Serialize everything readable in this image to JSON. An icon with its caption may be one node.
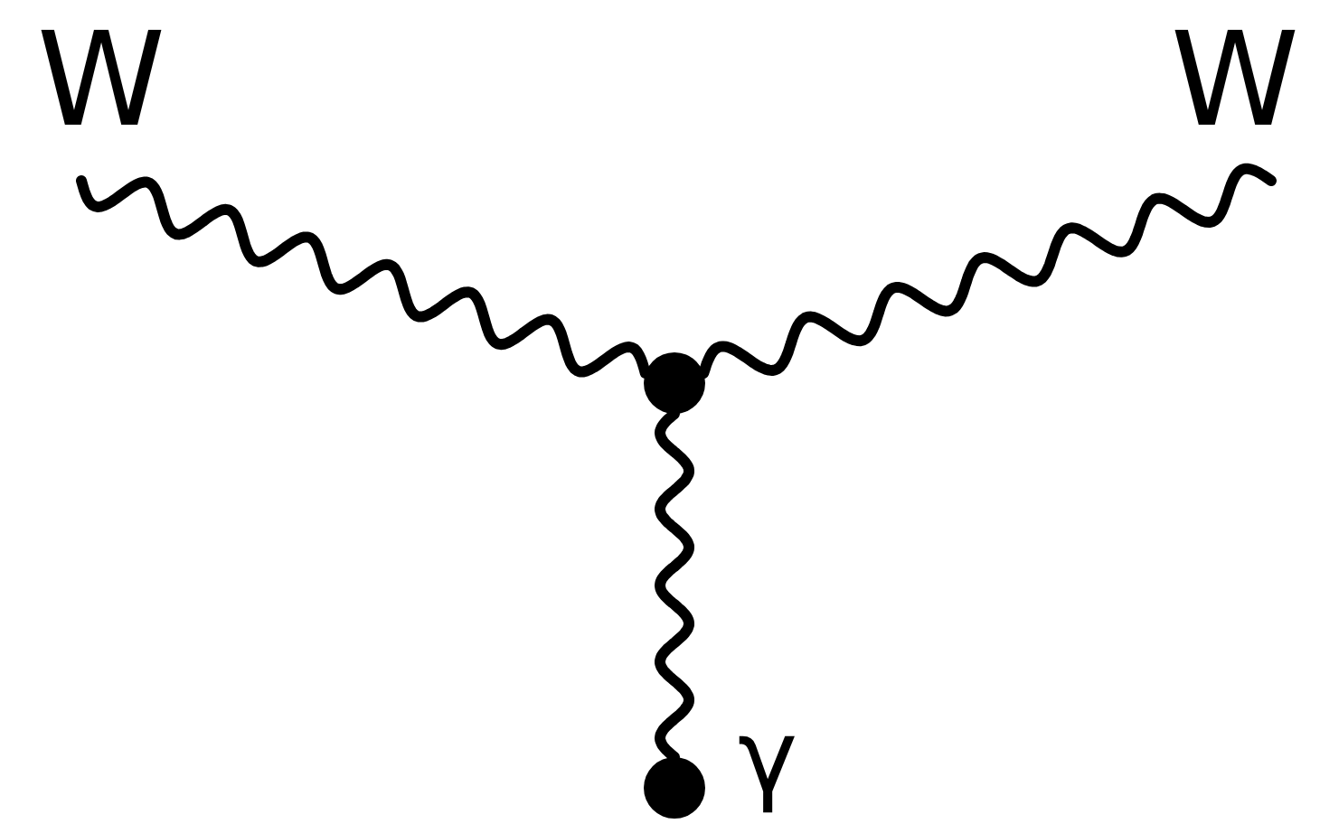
{
  "diagram": {
    "nodes": [
      {
        "text": [
          "W"
        ]
      },
      {
        "text": [
          "W"
        ]
      },
      {
        "text": [],
        "shape": "circle"
      },
      {
        "text": [],
        "shape": "circle",
        "beside": [
          "γ"
        ]
      }
    ],
    "edges": [
      {
        "from": 0,
        "to": 2,
        "arrow": "none"
      },
      {
        "from": 1,
        "to": 2,
        "arrow": "none"
      },
      {
        "from": 2,
        "to": 3,
        "arrow": "none"
      }
    ]
  }
}
